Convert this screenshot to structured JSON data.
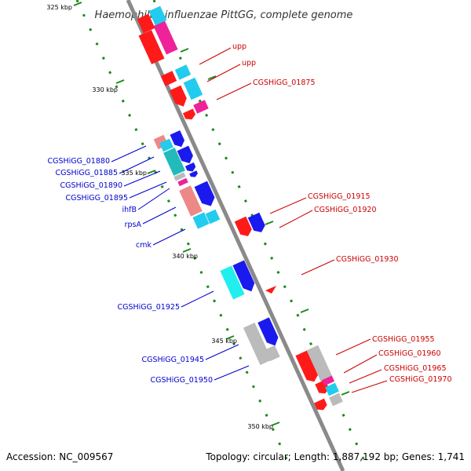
{
  "title": "Haemophilus influenzae PittGG, complete genome",
  "footer": {
    "accession": "Accession: NC_009567",
    "summary": "Topology: circular; Length: 1,887,192 bp; Genes: 1,741"
  },
  "colors": {
    "backbone": "#8a8a8a",
    "ticks": "#1a8a1a",
    "label_red": "#cc0000",
    "label_blue": "#0000cc",
    "gene_red": "#ff1a1a",
    "gene_blue": "#1a1aee",
    "gene_magenta": "#ee2299",
    "gene_cyan": "#22ccee",
    "gene_teal": "#22bbbb",
    "gene_salmon": "#ee8888",
    "gene_grey": "#bbbbbb"
  },
  "scale_labels": [
    "325 kbp",
    "330 kbp",
    "335 kbp",
    "340 kbp",
    "345 kbp",
    "350 kbp"
  ],
  "right_labels": [
    "upp",
    "upp",
    "CGSHiGG_01875",
    "CGSHiGG_01915",
    "CGSHiGG_01920",
    "CGSHiGG_01930",
    "CGSHiGG_01955",
    "CGSHiGG_01960",
    "CGSHiGG_01965",
    "CGSHiGG_01970"
  ],
  "left_labels": [
    "CGSHiGG_01880",
    "CGSHiGG_01885",
    "CGSHiGG_01890",
    "CGSHiGG_01895",
    "ihfB",
    "rpsA",
    "cmk",
    "CGSHiGG_01925",
    "CGSHiGG_01945",
    "CGSHiGG_01950"
  ]
}
